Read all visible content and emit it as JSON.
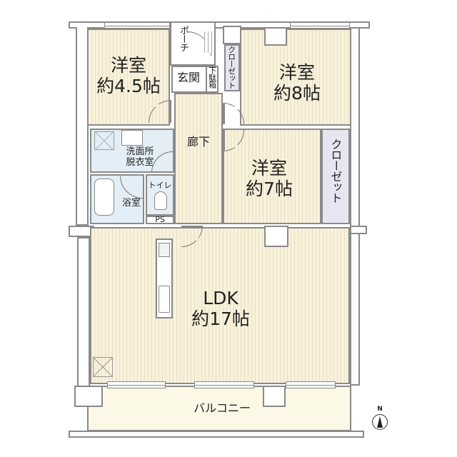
{
  "floorplan": {
    "rooms": {
      "western_room_1": {
        "name": "洋室",
        "size": "約4.5帖"
      },
      "western_room_2": {
        "name": "洋室",
        "size": "約8帖"
      },
      "western_room_3": {
        "name": "洋室",
        "size": "約7帖"
      },
      "ldk": {
        "name": "LDK",
        "size": "約17帖"
      },
      "porch": {
        "name": "ポーチ"
      },
      "entrance": {
        "name": "玄関"
      },
      "shoe_box": {
        "name": "下駄箱"
      },
      "hallway": {
        "name": "廊下"
      },
      "washroom": {
        "line1": "洗面所",
        "line2": "脱衣室"
      },
      "bathroom": {
        "name": "浴室"
      },
      "toilet": {
        "name": "トイレ"
      },
      "pipe_space": {
        "name": "PS"
      },
      "closet_top": {
        "name": "クローゼット"
      },
      "closet_right": {
        "name": "クローゼット"
      },
      "balcony": {
        "name": "バルコニー"
      }
    },
    "compass": {
      "label": "N"
    },
    "colors": {
      "wood_floor": "#f8f1dc",
      "wet_area": "#e3eef6",
      "closet": "#e6e6f0",
      "balcony": "#fbf8e6",
      "wall": "#8a8a8a"
    }
  }
}
